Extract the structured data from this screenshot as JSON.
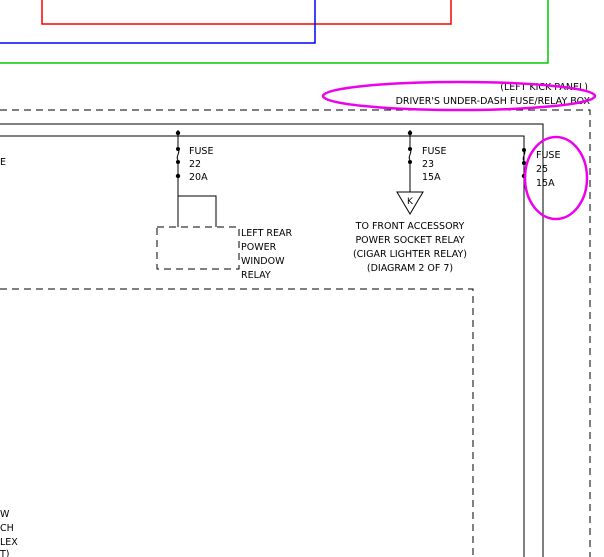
{
  "panel": {
    "location_line1": "(LEFT KICK PANEL)",
    "location_line2": "DRIVER'S UNDER-DASH FUSE/RELAY BOX"
  },
  "fuses": [
    {
      "label": "FUSE",
      "number": "22",
      "rating": "20A"
    },
    {
      "label": "FUSE",
      "number": "23",
      "rating": "15A"
    },
    {
      "label": "FUSE",
      "number": "25",
      "rating": "15A"
    }
  ],
  "relay_left_rear": {
    "line1": "LEFT REAR",
    "line2": "POWER",
    "line3": "WINDOW",
    "line4": "RELAY"
  },
  "connector_k": {
    "letter": "K",
    "line1": "TO FRONT ACCESSORY",
    "line2": "POWER SOCKET RELAY",
    "line3": "(CIGAR LIGHTER RELAY)",
    "line4": "(DIAGRAM 2 OF 7)"
  },
  "edge_fragments": {
    "left_e": "E",
    "bottom_1": "W",
    "bottom_2": "CH",
    "bottom_3": "LEX",
    "bottom_4": "T)"
  },
  "colors": {
    "red_wire": "#ff0000",
    "blue_wire": "#0000ff",
    "green_wire": "#00cc00",
    "highlight": "#ee00ee",
    "line": "#000000"
  }
}
